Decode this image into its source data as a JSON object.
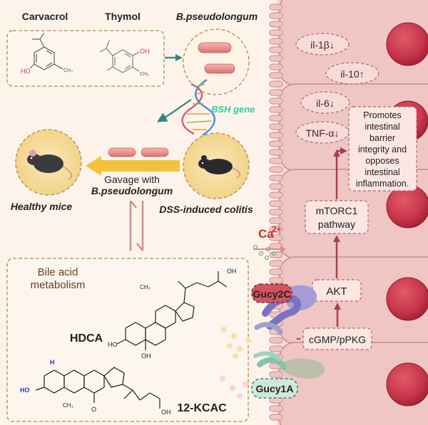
{
  "compounds": {
    "carvacrol": "Carvacrol",
    "thymol": "Thymol",
    "oh": "HO",
    "oh2": "OH",
    "ch3": "CH₃"
  },
  "bacteria": {
    "name": "B.pseudolongum",
    "gene": "BSH gene"
  },
  "mice": {
    "healthy": "Healthy mice",
    "colitis": "DSS-induced colitis",
    "gavage_line1": "Gavage with",
    "gavage_line2": "B.pseudolongum"
  },
  "bile": {
    "title_line1": "Bile acid",
    "title_line2": "metabolism",
    "hdca": "HDCA",
    "kcac": "12-KCAC",
    "atoms": {
      "ho": "HO",
      "oh": "OH",
      "cooh": "OH",
      "h": "H",
      "o": "O",
      "ch3": "CH₃"
    }
  },
  "cytokines": [
    {
      "label": "il-1β↓"
    },
    {
      "label": "il-10↑"
    },
    {
      "label": "il-6↓"
    },
    {
      "label": "TNF-α↓"
    }
  ],
  "pathway": {
    "effect_lines": [
      "Promotes",
      "intestinal",
      "barrier",
      "integrity and",
      "opposes",
      "intestinal",
      "inflammation."
    ],
    "mtorc1_line1": "mTORC1",
    "mtorc1_line2": "pathway",
    "akt": "AKT",
    "cgmp": "cGMP/pPKG",
    "calcium": "Ca",
    "calcium_sup": "2+"
  },
  "receptors": {
    "gucy2c": "Gucy2C",
    "gucy1a": "Gucy1A"
  },
  "colors": {
    "cell": "#f0c6c4",
    "cell_border": "#c98d8a",
    "nucleus": "#c7354a",
    "pathway_arrow": "#a8404e",
    "green_arrow": "#2a8a78",
    "yellow_arrow": "#f3c23c",
    "gene_text": "#2bd0a3",
    "gucy2c_fill": "#d2545f",
    "gucy1a_fill": "#cfe8dc"
  }
}
